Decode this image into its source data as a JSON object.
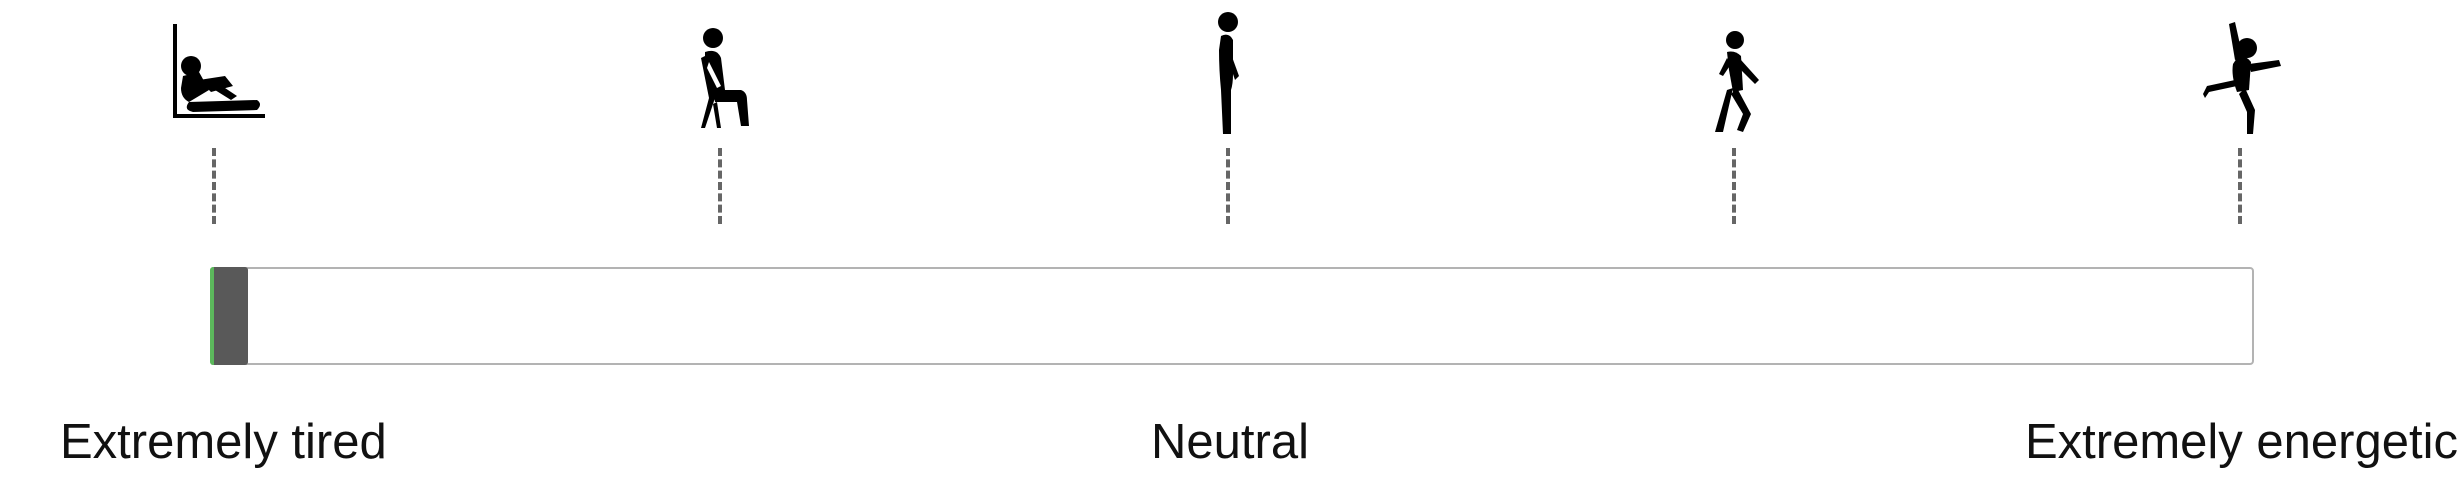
{
  "scale": {
    "labels": {
      "left": "Extremely tired",
      "middle": "Neutral",
      "right": "Extremely energetic"
    },
    "icons": [
      "person-reclining-icon",
      "person-sitting-icon",
      "person-standing-icon",
      "person-walking-icon",
      "person-jumping-icon"
    ],
    "value": 0,
    "colors": {
      "handle": "#595959",
      "handle_accent": "#5cb85c",
      "track_border": "#b3b3b3",
      "tick": "#666666"
    }
  }
}
